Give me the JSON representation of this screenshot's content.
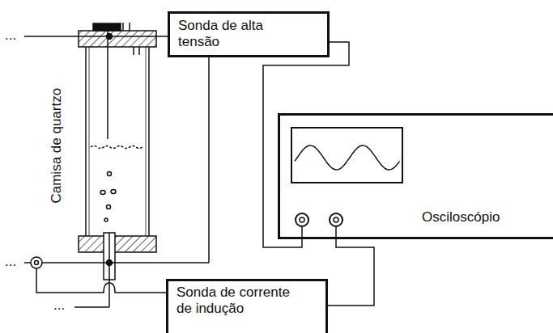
{
  "diagram": {
    "nodes": [
      {
        "text": [
          "Sonda de alta tensão"
        ]
      },
      {
        "text": [
          "Osciloscópio"
        ]
      },
      {
        "text": [
          "Sonda de corrente de indução"
        ]
      }
    ],
    "edges": [
      {
        "from": 0,
        "to": 1,
        "arrow": "none"
      },
      {
        "from": 2,
        "to": 1,
        "arrow": "none"
      }
    ],
    "labels": [
      "Camisa de quartzo",
      "...",
      "...",
      "..."
    ]
  }
}
